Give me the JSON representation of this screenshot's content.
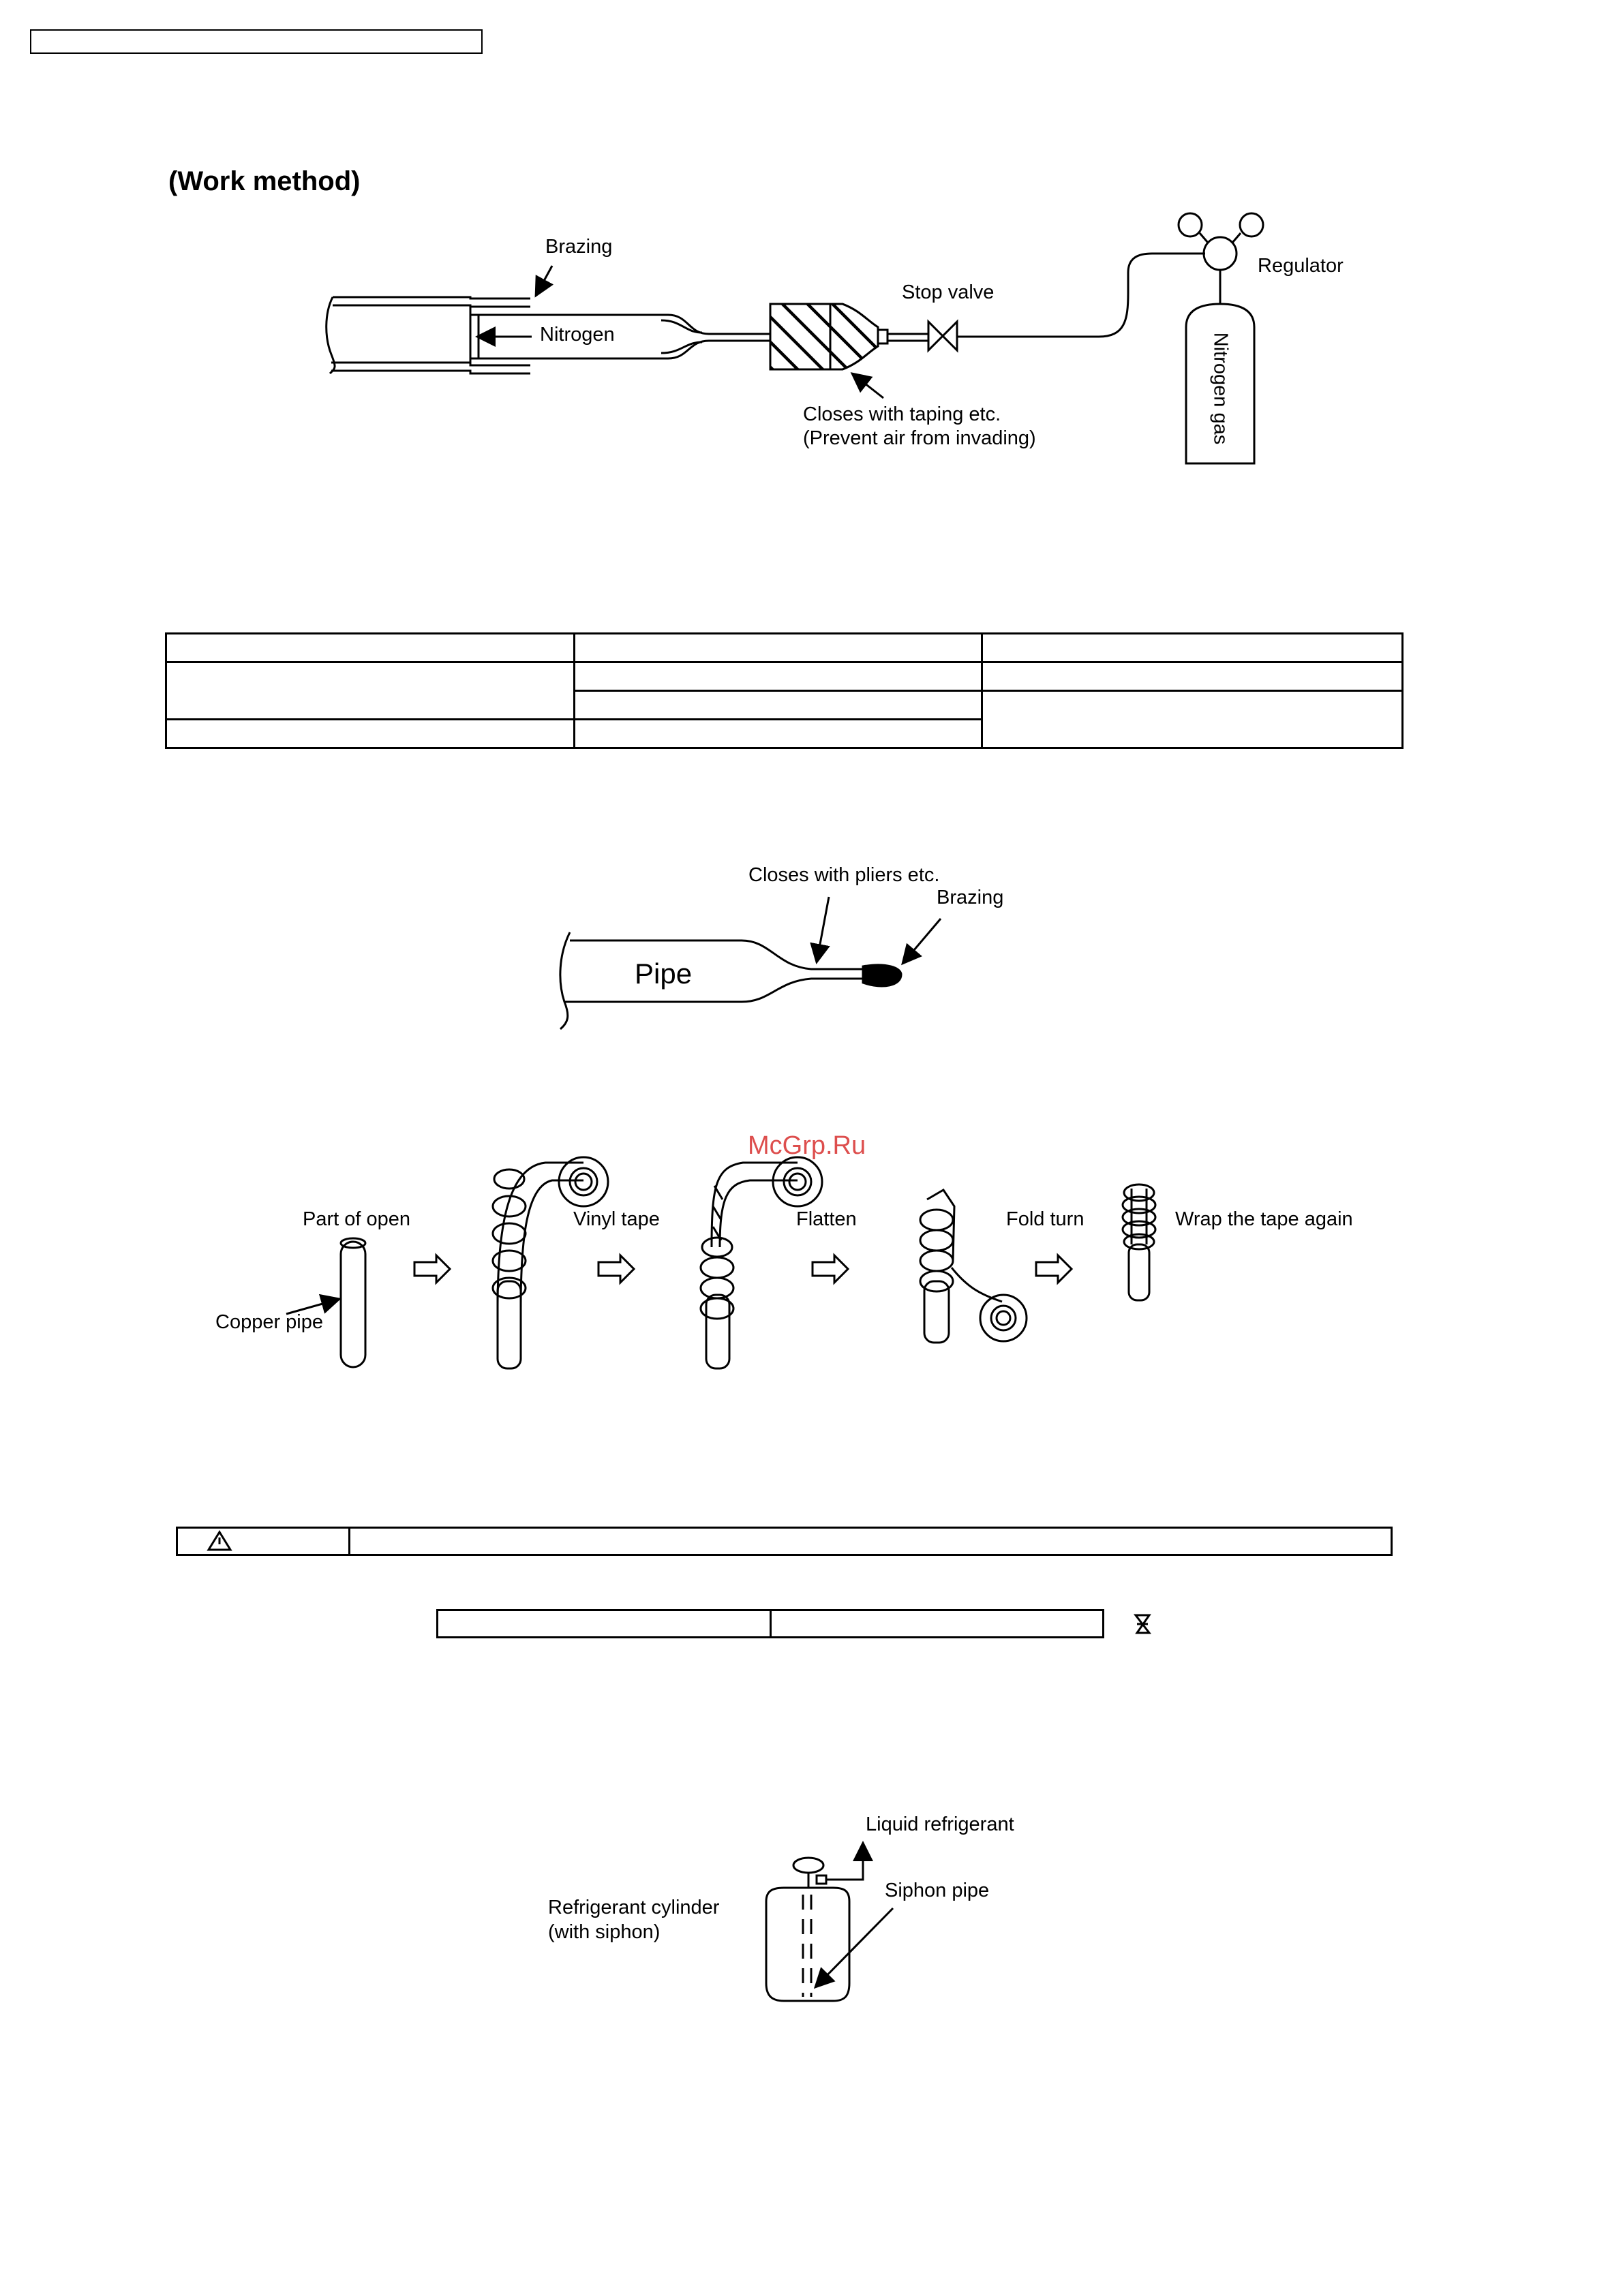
{
  "page": {
    "heading": "(Work method)",
    "watermark": "McGrp.Ru"
  },
  "nitrogen_diagram": {
    "brazing": "Brazing",
    "nitrogen": "Nitrogen",
    "stop_valve": "Stop valve",
    "regulator": "Regulator",
    "nitrogen_gas": "Nitrogen gas",
    "closes_taping_1": "Closes with taping etc.",
    "closes_taping_2": "(Prevent air from invading)"
  },
  "pipe_diagram": {
    "closes_pliers": "Closes with pliers etc.",
    "brazing": "Brazing",
    "pipe": "Pipe"
  },
  "taping_steps": {
    "part_of_open": "Part of open",
    "copper_pipe": "Copper pipe",
    "vinyl_tape": "Vinyl tape",
    "flatten": "Flatten",
    "fold_turn": "Fold turn",
    "wrap_again": "Wrap the tape again"
  },
  "cylinder_diagram": {
    "liquid_refrigerant": "Liquid refrigerant",
    "siphon_pipe": "Siphon pipe",
    "cylinder_1": "Refrigerant cylinder",
    "cylinder_2": "(with siphon)"
  },
  "icons": {
    "warning": "warning-triangle-icon",
    "valve": "valve-symbol-icon"
  }
}
